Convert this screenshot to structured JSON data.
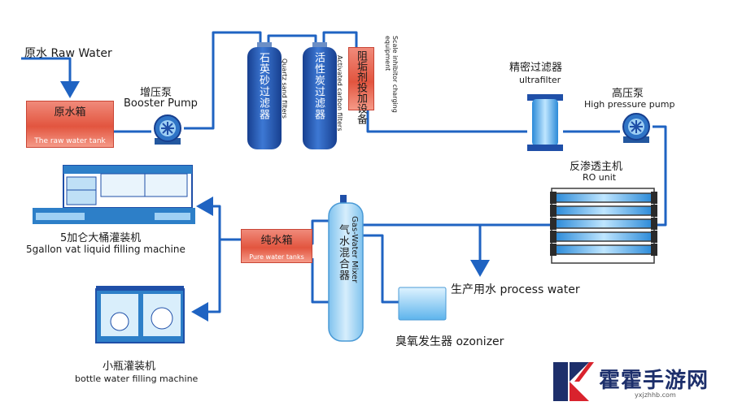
{
  "labels": {
    "raw_water": "原水 Raw Water",
    "raw_tank_cn": "原水箱",
    "raw_tank_en": "The raw water tank",
    "booster_pump_cn": "增压泵",
    "booster_pump_en": "Booster Pump",
    "quartz_cn": "石英砂过滤器",
    "quartz_en": "Quartz sand filters",
    "carbon_cn": "活性炭过滤器",
    "carbon_en": "Activated carbon filters",
    "scale_cn": "阻垢剂投加设备",
    "scale_en": "Scale inhibitor charging equipment",
    "ultrafilter_cn": "精密过滤器",
    "ultrafilter_en": "ultrafilter",
    "hp_pump_cn": "高压泵",
    "hp_pump_en": "High pressure pump",
    "ro_cn": "反渗透主机",
    "ro_en": "RO unit",
    "vat_cn": "5加仑大桶灌装机",
    "vat_en": "5gallon vat liquid filling machine",
    "pure_tank_cn": "纯水箱",
    "pure_tank_en": "Pure water tanks",
    "mixer_cn": "气水混合器",
    "mixer_en": "Gas-Water Mixer",
    "process_water": "生产用水 process water",
    "ozonizer": "臭氧发生器 ozonizer",
    "bottle_cn": "小瓶灌装机",
    "bottle_en": "bottle water filling machine"
  },
  "watermark": {
    "text": "霍霍手游网",
    "url": "yxjzhhb.com"
  },
  "colors": {
    "pipe": "#1f63c2",
    "pipe_light": "#8fc3ec",
    "tank_red": "#e2553f",
    "vessel_blue": "#1f4fa8",
    "machine_blue": "#2d7fc8"
  },
  "icons": [
    "pump-icon",
    "filter-vessel-icon",
    "membrane-icon",
    "filling-machine-icon",
    "logo-icon"
  ]
}
